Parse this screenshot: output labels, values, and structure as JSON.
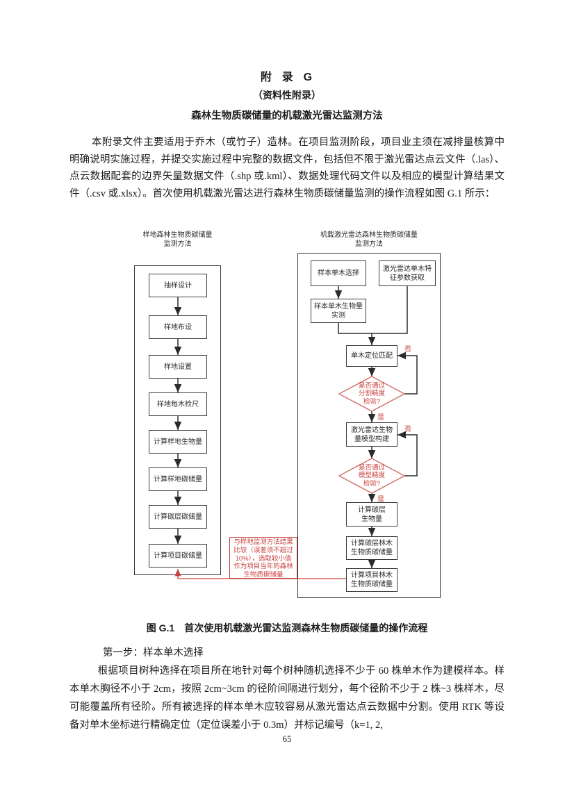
{
  "page": {
    "number": "65"
  },
  "heading": {
    "appendix": "附  录  G",
    "subtitle": "（资料性附录）",
    "title": "森林生物质碳储量的机载激光雷达监测方法"
  },
  "intro_paragraph": "本附录文件主要适用于乔木（或竹子）造林。在项目监测阶段，项目业主须在减排量核算中明确说明实施过程，并提交实施过程中完整的数据文件，包括但不限于激光雷达点云文件（.las）、点云数据配套的边界矢量数据文件（.shp 或.kml）、数据处理代码文件以及相应的模型计算结果文件（.csv 或.xlsx）。首次使用机载激光雷达进行森林生物质碳储量监测的操作流程如图 G.1 所示：",
  "figure": {
    "caption": "图 G.1　首次使用机载激光雷达监测森林生物质碳储量的操作流程",
    "left_flow": {
      "header": "样地森林生物质碳储量\n监测方法",
      "steps": [
        "抽样设计",
        "样地布设",
        "样地设置",
        "样地每木检尺",
        "计算样地生物量",
        "计算样地碳储量",
        "计算碳层碳储量",
        "计算项目碳储量"
      ]
    },
    "right_flow": {
      "header": "机载激光雷达森林生物质碳储量\n监测方法",
      "nodes": [
        "样本单木选择",
        "激光雷达单木特\n征参数获取",
        "样本单木生物量\n实测",
        "单木定位匹配",
        "是否通过\n分割精度\n检验?",
        "激光雷达生物\n量模型构建",
        "是否通过\n模型精度\n检验?",
        "计算碳层\n生物量",
        "计算碳层林木\n生物质碳储量",
        "计算项目林木\n生物质碳储量"
      ]
    },
    "annotation": "与样地监测方法结果\n比较（误差须不超过\n10%），选取较小值\n作为项目当年的森林\n生物质碳储量",
    "labels": {
      "yes": "是",
      "no": "否"
    },
    "colors": {
      "line": "#3a3a3a",
      "accent_red": "#c8403c"
    }
  },
  "body": {
    "step_heading": "第一步：样本单木选择",
    "paragraph": "根据项目树种选择在项目所在地针对每个树种随机选择不少于 60 株单木作为建模样本。样本单木胸径不小于 2cm，按照 2cm~3cm 的径阶间隔进行划分，每个径阶不少于 2 株~3 株样木，尽可能覆盖所有径阶。所有被选择的样本单木应较容易从激光雷达点云数据中分割。使用 RTK 等设备对单木坐标进行精确定位（定位误差小于 0.3m）并标记编号（k=1, 2,"
  }
}
